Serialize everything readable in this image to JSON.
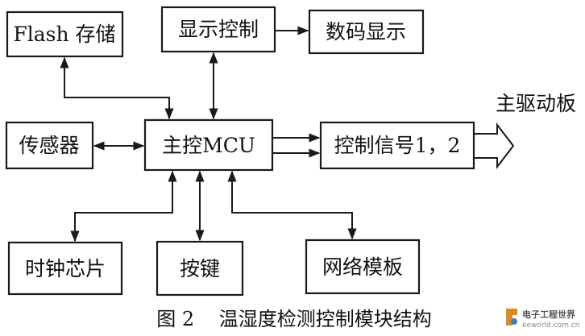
{
  "nodes": {
    "flash": "Flash 存储",
    "display_ctrl": "显示控制",
    "digital_display": "数码显示",
    "sensor": "传感器",
    "mcu": "主控MCU",
    "ctrl_signal": "控制信号1，2",
    "main_drive": "主驱动板",
    "clock": "时钟芯片",
    "keys": "按键",
    "network": "网络模板"
  },
  "caption": "图 2    温湿度检测控制模块结构",
  "watermark": {
    "title": "电子工程世界",
    "url": "eeworld.com.cn"
  }
}
